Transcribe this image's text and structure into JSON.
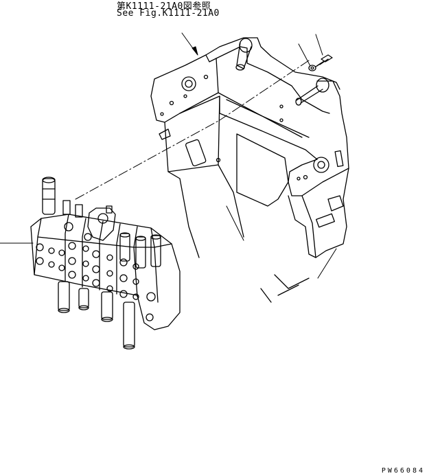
{
  "reference": {
    "line1": "第K1111-21A0図参照",
    "line2": "See Fig.K1111-21A0"
  },
  "figure_code": "PW66084"
}
